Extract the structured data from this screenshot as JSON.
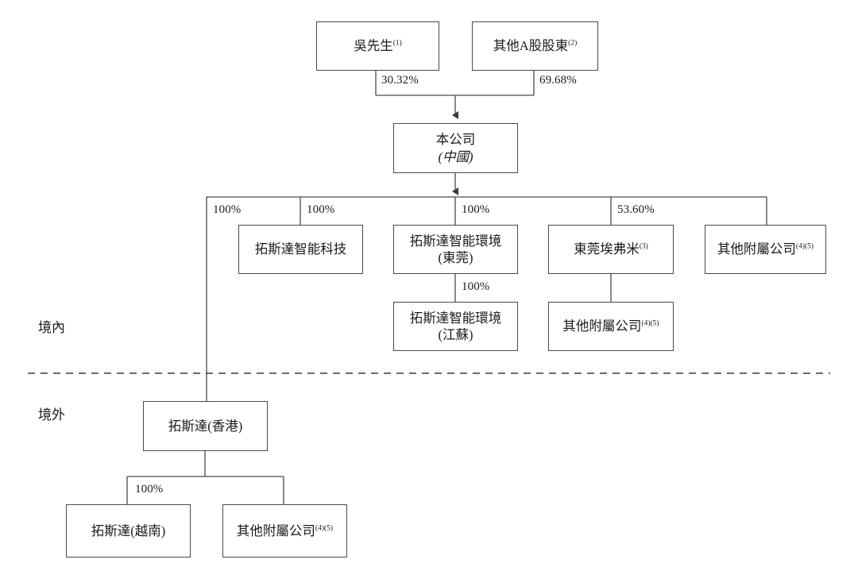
{
  "diagram": {
    "type": "corporate-shareholding-structure",
    "regions": {
      "onshore_label": "境內",
      "offshore_label": "境外"
    },
    "nodes": {
      "mr_wu": {
        "name": "吳先生",
        "footnotes": "(1)"
      },
      "other_a_share_holders": {
        "name": "其他A股股東",
        "footnotes": "(2)"
      },
      "company": {
        "name": "本公司",
        "jurisdiction": "(中國)"
      },
      "topstar_intelligent_technology": {
        "name": "拓斯達智能科技",
        "footnotes": ""
      },
      "topstar_intelligent_environment_dongguan": {
        "name": "拓斯達智能環境",
        "sub": "(東莞)"
      },
      "dongguan_ai_fu_mi": {
        "name": "東莞埃弗米",
        "footnotes": "(3)"
      },
      "other_subsidiaries_top_right": {
        "name": "其他附屬公司",
        "footnotes": "(4)(5)"
      },
      "topstar_intelligent_environment_jiangsu": {
        "name": "拓斯達智能環境",
        "sub": "(江蘇)"
      },
      "other_subsidiaries_mid": {
        "name": "其他附屬公司",
        "footnotes": "(4)(5)"
      },
      "topstar_hongkong": {
        "name": "拓斯達(香港)",
        "footnotes": ""
      },
      "topstar_vietnam": {
        "name": "拓斯達(越南)",
        "footnotes": ""
      },
      "other_subsidiaries_bottom": {
        "name": "其他附屬公司",
        "footnotes": "(4)(5)"
      }
    },
    "edges": {
      "wu_to_company": "30.32%",
      "other_a_to_company": "69.68%",
      "company_to_hongkong": "100%",
      "company_to_intelligent_technology": "100%",
      "company_to_intelligent_environment_dongguan": "100%",
      "company_to_dongguan_ai_fu_mi": "53.60%",
      "dongguan_to_jiangsu": "100%",
      "hongkong_to_vietnam": "100%"
    },
    "colors": {
      "line": "#4a4a4a",
      "text": "#1a1a1a",
      "background": "#ffffff"
    }
  }
}
